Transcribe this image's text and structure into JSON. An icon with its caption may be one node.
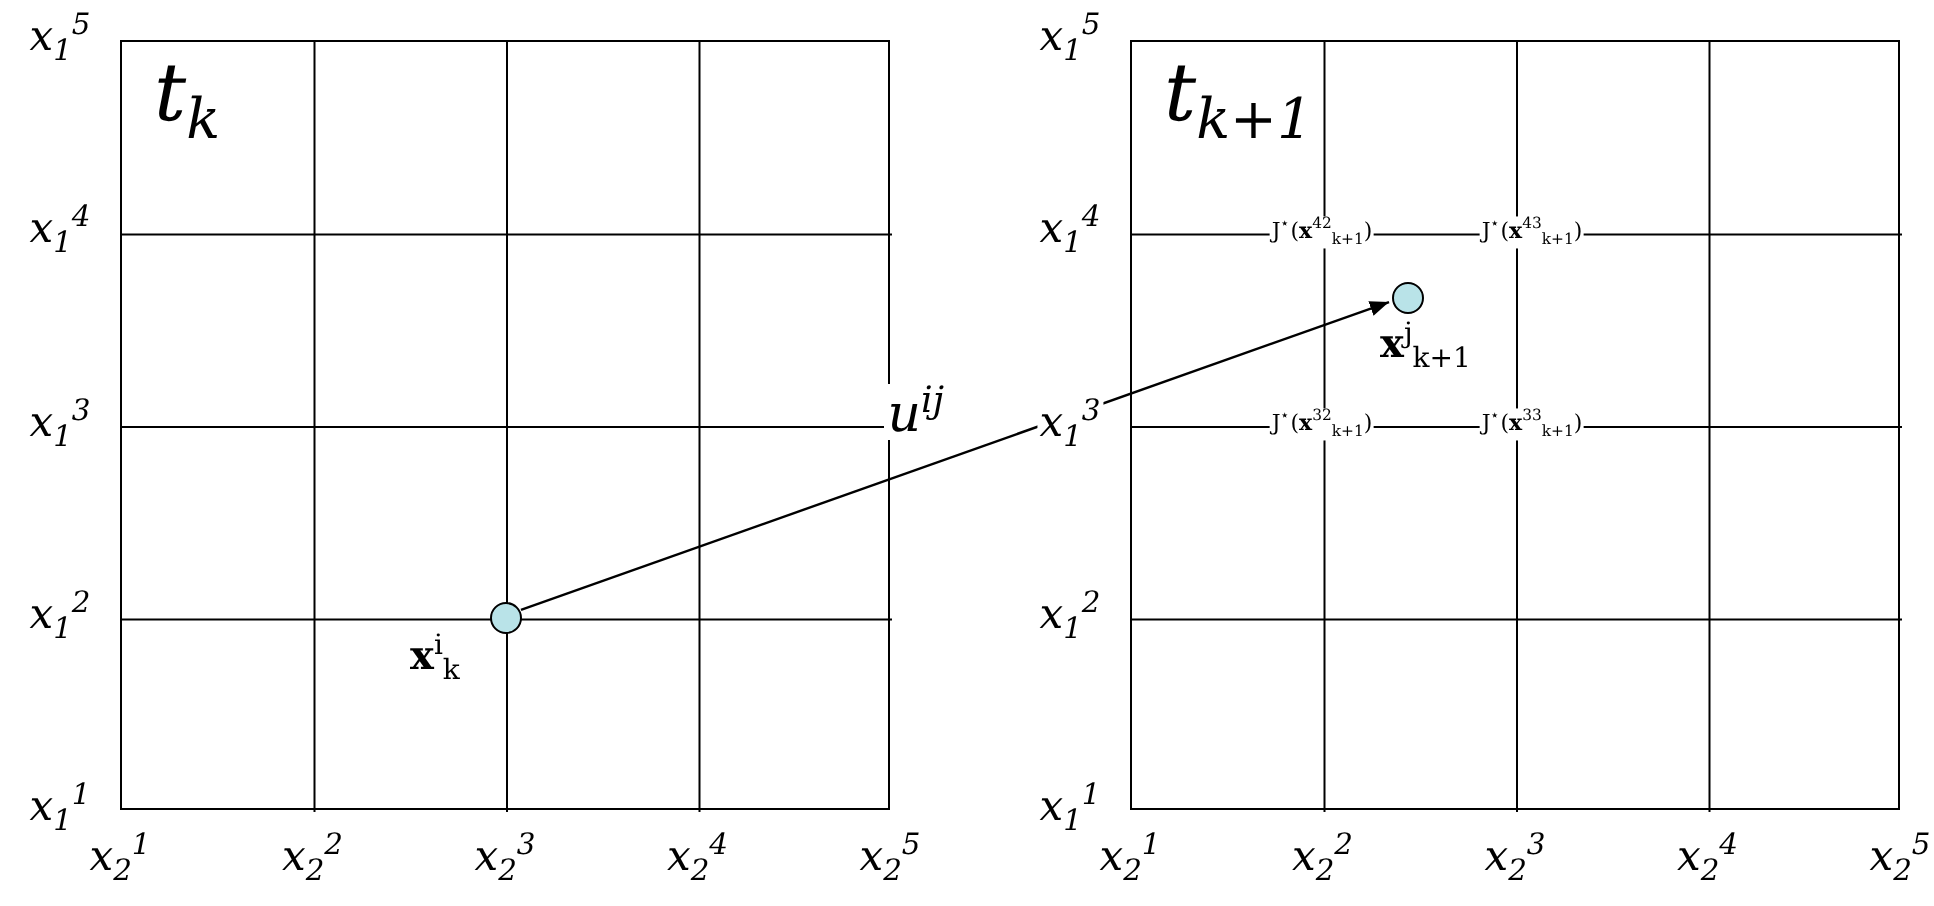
{
  "diagram": {
    "nodes": [
      {
        "text": [
          "t$_{k}$"
        ]
      },
      {
        "text": [],
        "shape": "circle",
        "in": 0,
        "beside": [
          "**x**$^{i}$$_{k}$"
        ]
      },
      {
        "text": [
          "t$_{k+1}$"
        ]
      },
      {
        "text": [],
        "shape": "circle",
        "in": 2,
        "beside": [
          "**x**$^{j}$$_{k+1}$"
        ]
      }
    ],
    "edges": [
      {
        "from": 1,
        "to": 3,
        "arrow": "to",
        "label": "u$^{ij}$"
      }
    ],
    "labels": [
      "x$_{1}$$^{5}$",
      "x$_{1}$$^{4}$",
      "x$_{1}$$^{3}$",
      "x$_{1}$$^{2}$",
      "x$_{1}$$^{1}$",
      "x$_{1}$$^{5}$",
      "x$_{1}$$^{4}$",
      "x$_{1}$$^{3}$",
      "x$_{1}$$^{2}$",
      "x$_{1}$$^{1}$",
      "J$^{⋆}$(**x**$^{42}$$_{k+1}$)",
      "J$^{⋆}$(**x**$^{43}$$_{k+1}$)",
      "J$^{⋆}$(**x**$^{32}$$_{k+1}$)",
      "J$^{⋆}$(**x**$^{33}$$_{k+1}$)",
      "x$_{2}$$^{1}$",
      "x$_{2}$$^{2}$",
      "x$_{2}$$^{3}$",
      "x$_{2}$$^{4}$",
      "x$_{2}$$^{5}$",
      "x$_{2}$$^{1}$",
      "x$_{2}$$^{2}$",
      "x$_{2}$$^{3}$",
      "x$_{2}$$^{4}$",
      "x$_{2}$$^{5}$"
    ]
  }
}
